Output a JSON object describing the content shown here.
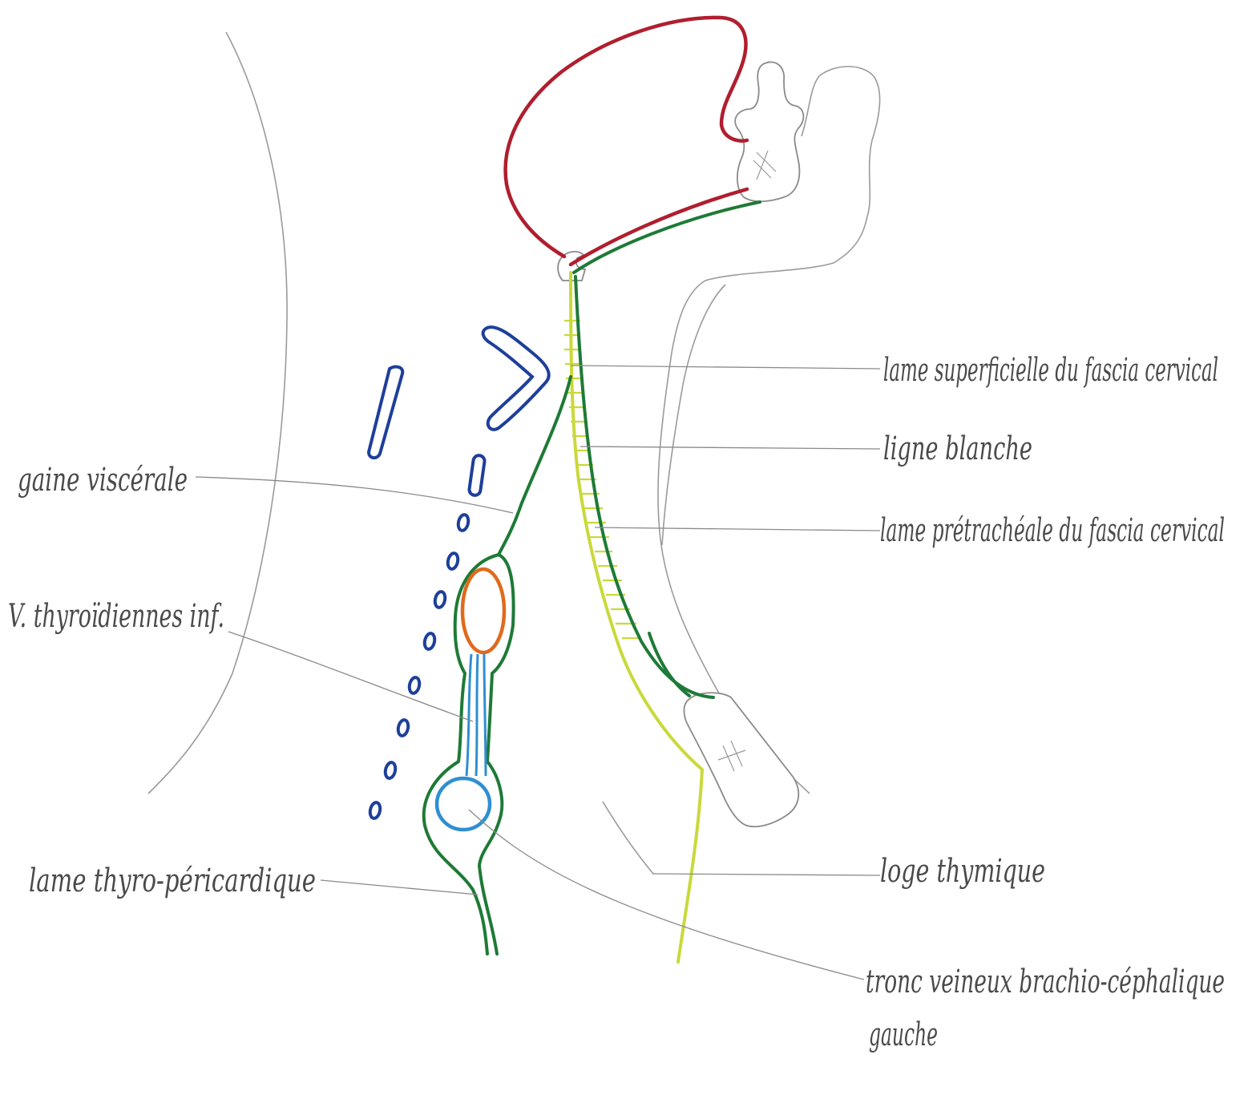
{
  "labels": {
    "lame_superficielle": "lame superficielle du fascia cervical",
    "ligne_blanche": "ligne blanche",
    "lame_pretracheale": "lame prétrachéale du fascia cervical",
    "gaine_viscerale": "gaine viscérale",
    "v_thyroidiennes": "V. thyroïdiennes inf.",
    "lame_thyro_pericardique": "lame thyro-péricardique",
    "loge_thymique": "loge thymique",
    "tronc_veineux_line1": "tronc veineux brachio-céphalique",
    "tronc_veineux_line2": "gauche"
  },
  "colors": {
    "superficial_lamina": "#c9d93a",
    "pretracheal_lamina": "#1e7a36",
    "muscle_outline": "#b01e2e",
    "veins": "#1e3f9a",
    "thyroid_vein": "#2f8fd0",
    "thyroid_gland": "#e06a1c",
    "pencil": "#9a9a9a"
  }
}
